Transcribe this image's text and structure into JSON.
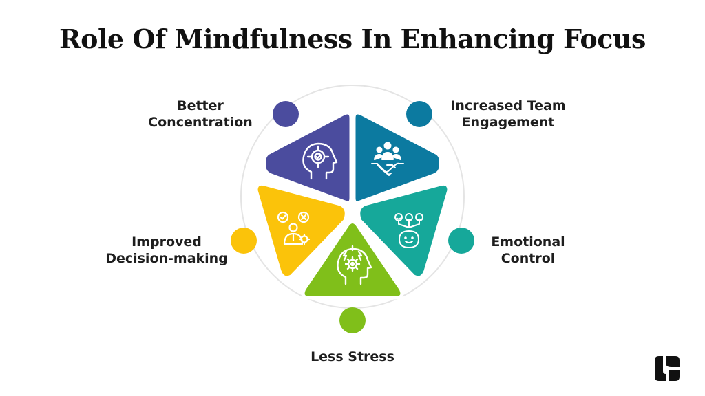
{
  "title": "Role Of Mindfulness In Enhancing Focus",
  "colors": {
    "concentration": "#4b4c9e",
    "team": "#0c7aa0",
    "emotional": "#16a89a",
    "stress": "#80bf1a",
    "decision": "#fbc30a",
    "ring": "#e4e4e4",
    "text": "#1e1e1e"
  },
  "segments": [
    {
      "id": "concentration",
      "label_lines": [
        "Better",
        "Concentration"
      ],
      "icon": "head-target-icon"
    },
    {
      "id": "team",
      "label_lines": [
        "Increased Team",
        "Engagement"
      ],
      "icon": "handshake-team-icon"
    },
    {
      "id": "emotional",
      "label_lines": [
        "Emotional",
        "Control"
      ],
      "icon": "emotion-faces-icon"
    },
    {
      "id": "stress",
      "label_lines": [
        "Less Stress"
      ],
      "icon": "head-stress-gear-icon"
    },
    {
      "id": "decision",
      "label_lines": [
        "Improved",
        "Decision-making"
      ],
      "icon": "decision-person-icon"
    }
  ]
}
